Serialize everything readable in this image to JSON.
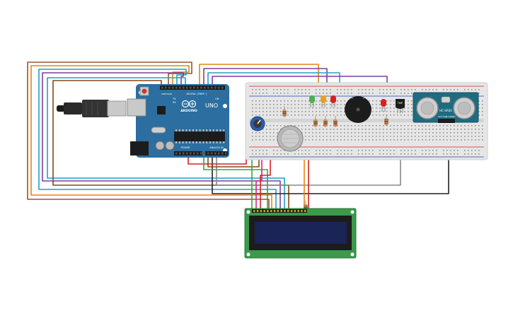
{
  "arduino": {
    "model": "UNO",
    "brand": "ARDUINO",
    "digital_label": "DIGITAL (PWM~)",
    "power_label": "POWER",
    "analog_label": "ANALOG IN",
    "on_label": "ON",
    "tx_label": "TX",
    "rx_label": "RX",
    "aref_label": "AREF",
    "gnd_label": "GND"
  },
  "ultrasonic": {
    "model": "HC-SR04",
    "vcc_label": "VCC",
    "trig_label": "Trig",
    "echo_label": "Echo",
    "gnd_label": "GND"
  },
  "temp_sensor_label": "TMP",
  "colors": {
    "board_blue": "#2b6e9f",
    "breadboard": "#e6e6e6",
    "sensor_teal": "#1f6b80",
    "lcd_pcb": "#3b9a4b",
    "lcd_screen": "#1a2456"
  }
}
